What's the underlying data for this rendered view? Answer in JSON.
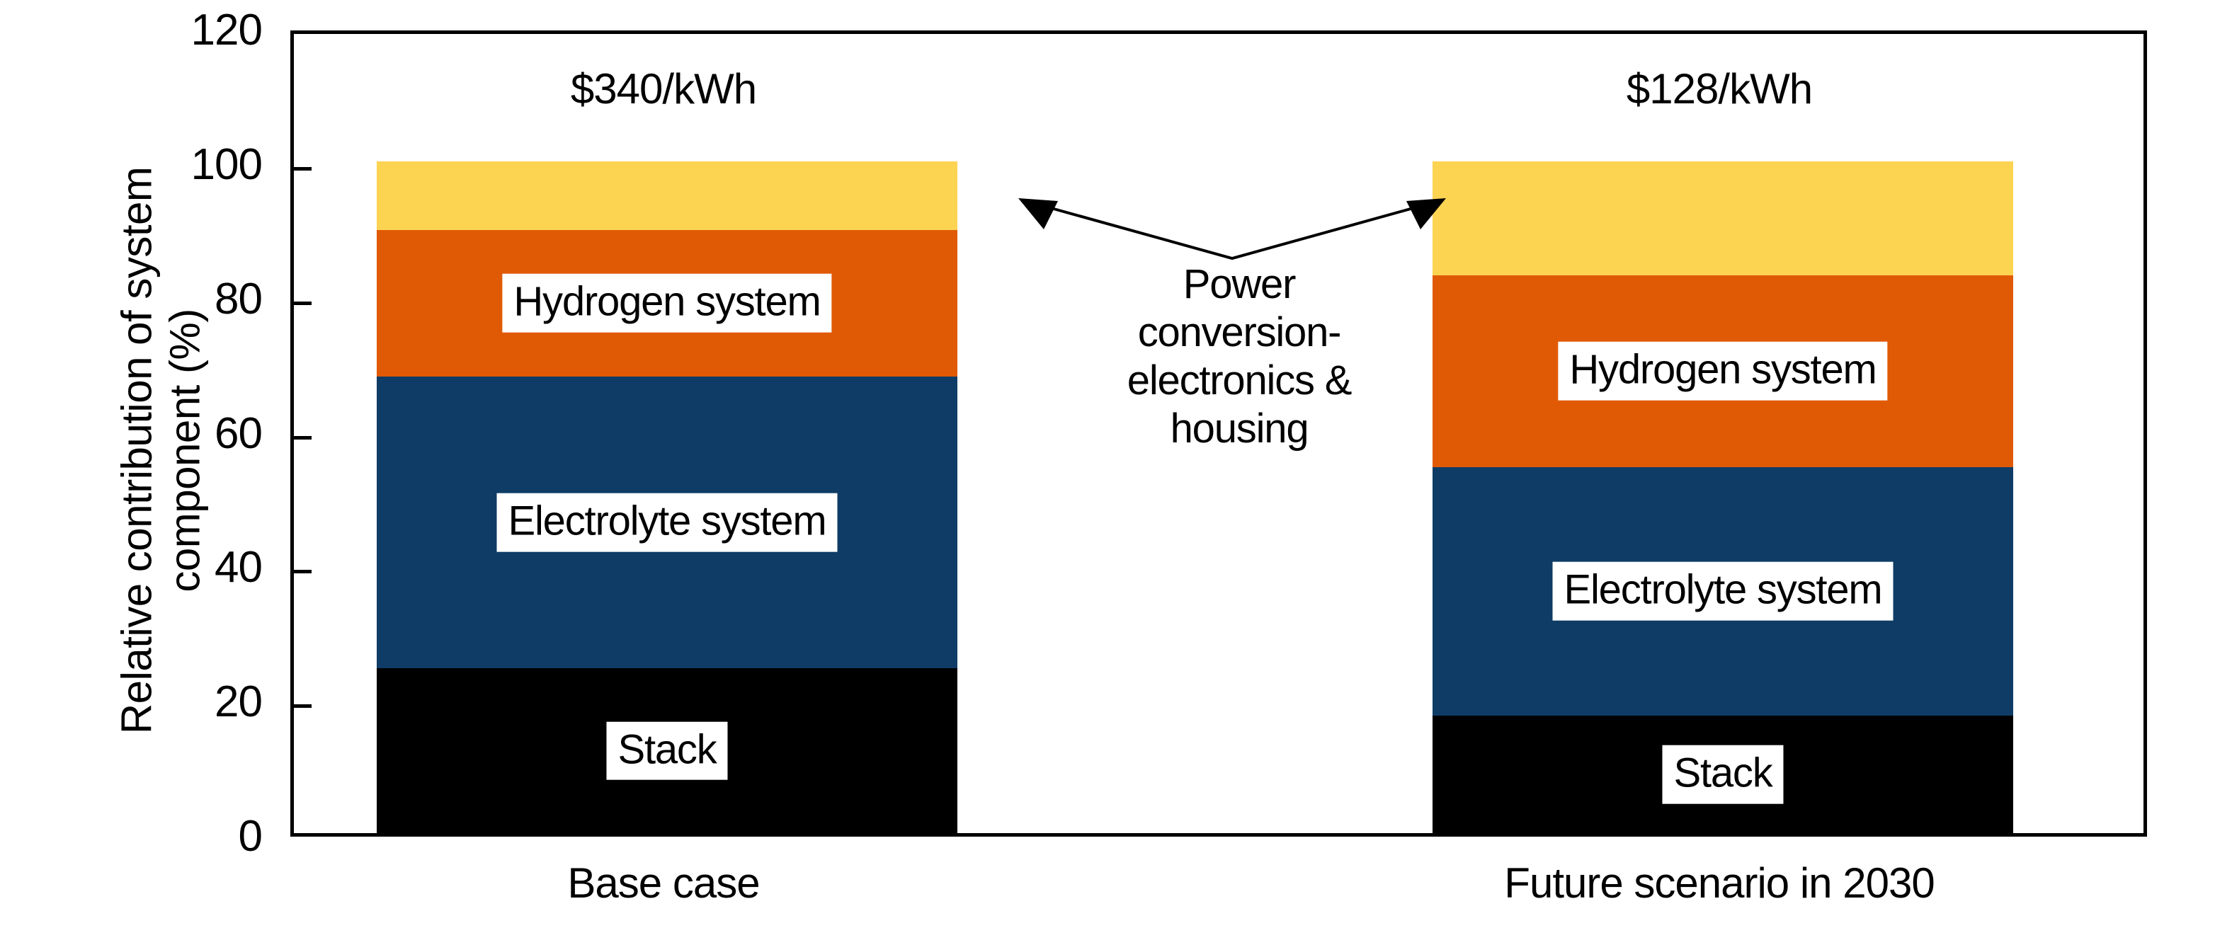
{
  "chart_data": {
    "type": "bar",
    "subtype": "stacked-vertical-100percent",
    "title": "",
    "xlabel": "",
    "ylabel": "Relative contribution of system component (%)",
    "ylabel_lines": [
      "Relative contribution of system",
      "component (%)"
    ],
    "ylim": [
      0,
      120
    ],
    "yticks": [
      0,
      20,
      40,
      60,
      80,
      100,
      120
    ],
    "ytick_labels": [
      "0",
      "20",
      "40",
      "60",
      "80",
      "100",
      "120"
    ],
    "grid": false,
    "legend": "none (inline segment labels)",
    "categories": [
      "Base case",
      "Future scenario in 2030"
    ],
    "category_value_labels": [
      "$340/kWh",
      "$128/kWh"
    ],
    "series": [
      {
        "name": "Stack",
        "color": "#000000",
        "values": [
          24.5,
          17.5
        ]
      },
      {
        "name": "Electrolyte system",
        "color": "#0e3c66",
        "values": [
          43.5,
          37.0
        ]
      },
      {
        "name": "Hydrogen system",
        "color": "#e05a06",
        "values": [
          21.8,
          28.5
        ]
      },
      {
        "name": "Power conversion-electronics & housing",
        "color": "#fdd352",
        "values": [
          10.2,
          17.0
        ]
      }
    ],
    "annotations": [
      {
        "text": "Power conversion-electronics & housing",
        "lines": [
          "Power",
          "conversion-",
          "electronics &",
          "housing"
        ],
        "points_to": [
          "base-case-yellow-segment",
          "future-scenario-yellow-segment"
        ]
      }
    ]
  },
  "axis": {
    "y_title_line1": "Relative contribution of system",
    "y_title_line2": "component (%)",
    "ticks": [
      "120",
      "100",
      "80",
      "60",
      "40",
      "20",
      "0"
    ]
  },
  "bars": [
    {
      "key": "base-case",
      "x_label": "Base case",
      "price_label": "$340/kWh",
      "segments": [
        {
          "key": "power-conversion",
          "label": "",
          "value": 10.2,
          "color": "#fdd352",
          "show_label": false
        },
        {
          "key": "hydrogen-system",
          "label": "Hydrogen system",
          "value": 21.8,
          "color": "#e05a06",
          "show_label": true
        },
        {
          "key": "electrolyte-system",
          "label": "Electrolyte system",
          "value": 43.5,
          "color": "#0e3c66",
          "show_label": true
        },
        {
          "key": "stack",
          "label": "Stack",
          "value": 24.5,
          "color": "#000000",
          "show_label": true
        }
      ]
    },
    {
      "key": "future-scenario",
      "x_label": "Future scenario in 2030",
      "price_label": "$128/kWh",
      "segments": [
        {
          "key": "power-conversion",
          "label": "",
          "value": 17.0,
          "color": "#fdd352",
          "show_label": false
        },
        {
          "key": "hydrogen-system",
          "label": "Hydrogen system",
          "value": 28.5,
          "color": "#e05a06",
          "show_label": true
        },
        {
          "key": "electrolyte-system",
          "label": "Electrolyte system",
          "value": 37.0,
          "color": "#0e3c66",
          "show_label": true
        },
        {
          "key": "stack",
          "label": "Stack",
          "value": 17.5,
          "color": "#000000",
          "show_label": true
        }
      ]
    }
  ],
  "annotation": {
    "line1": "Power",
    "line2": "conversion-",
    "line3": "electronics &",
    "line4": "housing"
  },
  "colors": {
    "stack": "#000000",
    "electrolyte": "#0e3c66",
    "hydrogen": "#e05a06",
    "power_conversion": "#fdd352",
    "axis": "#000000",
    "background": "#ffffff"
  }
}
